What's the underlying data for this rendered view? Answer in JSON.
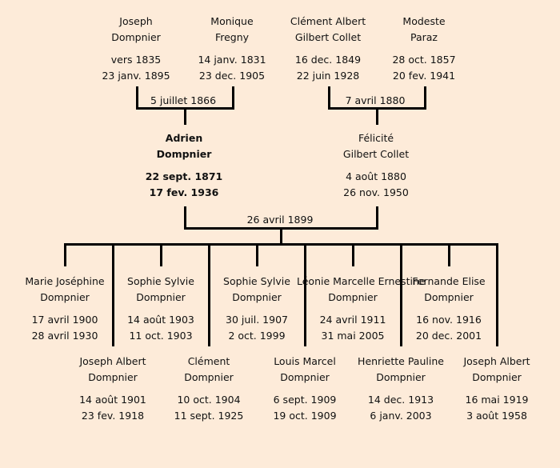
{
  "grandparents": [
    {
      "first": "Joseph",
      "last": "Dompnier",
      "birth": "vers 1835",
      "death": "23 janv. 1895"
    },
    {
      "first": "Monique",
      "last": "Fregny",
      "birth": "14 janv. 1831",
      "death": "23 dec. 1905"
    },
    {
      "first": "Clément Albert",
      "last": "Gilbert Collet",
      "birth": "16 dec. 1849",
      "death": "22 juin 1928"
    },
    {
      "first": "Modeste",
      "last": "Paraz",
      "birth": "28 oct. 1857",
      "death": "20 fev. 1941"
    }
  ],
  "marriages": {
    "paternal": "5 juillet 1866",
    "maternal": "7 avril 1880",
    "parents": "26 avril 1899"
  },
  "parents": [
    {
      "first": "Adrien",
      "last": "Dompnier",
      "birth": "22 sept. 1871",
      "death": "17 fev. 1936"
    },
    {
      "first": "Félicité",
      "last": "Gilbert Collet",
      "birth": "4 août 1880",
      "death": "26 nov. 1950"
    }
  ],
  "children": [
    {
      "first": "Marie Joséphine",
      "last": "Dompnier",
      "birth": "17 avril 1900",
      "death": "28 avril 1930"
    },
    {
      "first": "Joseph Albert",
      "last": "Dompnier",
      "birth": "14 août 1901",
      "death": "23 fev. 1918"
    },
    {
      "first": "Sophie Sylvie",
      "last": "Dompnier",
      "birth": "14 août 1903",
      "death": "11 oct. 1903"
    },
    {
      "first": "Clément",
      "last": "Dompnier",
      "birth": "10 oct. 1904",
      "death": "11 sept. 1925"
    },
    {
      "first": "Sophie Sylvie",
      "last": "Dompnier",
      "birth": "30 juil. 1907",
      "death": "2 oct. 1999"
    },
    {
      "first": "Louis Marcel",
      "last": "Dompnier",
      "birth": "6 sept. 1909",
      "death": "19 oct. 1909"
    },
    {
      "first": "Léonie Marcelle Ernestine",
      "last": "Dompnier",
      "birth": "24 avril 1911",
      "death": "31 mai 2005"
    },
    {
      "first": "Henriette Pauline",
      "last": "Dompnier",
      "birth": "14 dec. 1913",
      "death": "6 janv. 2003"
    },
    {
      "first": "Fernande Elise",
      "last": "Dompnier",
      "birth": "16 nov. 1916",
      "death": "20 dec. 2001"
    },
    {
      "first": "Joseph Albert",
      "last": "Dompnier",
      "birth": "16 mai 1919",
      "death": "3 août 1958"
    }
  ]
}
